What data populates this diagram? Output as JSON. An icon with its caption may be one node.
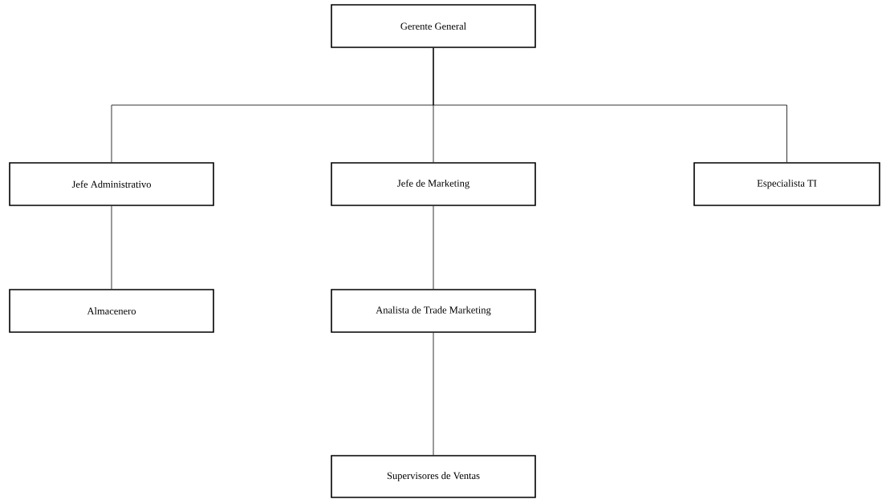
{
  "diagram": {
    "nodes": [
      {
        "text": [
          "Gerente General"
        ]
      },
      {
        "text": [
          "Jefe Administrativo"
        ]
      },
      {
        "text": [
          "Jefe de Marketing"
        ]
      },
      {
        "text": [
          "Especialista TI"
        ]
      },
      {
        "text": [
          "Almacenero"
        ]
      },
      {
        "text": [
          "Analista de Trade Marketing"
        ]
      },
      {
        "text": [
          "Supervisores de Ventas"
        ]
      }
    ],
    "edges": [
      {
        "from": 0,
        "to": 1,
        "arrow": "none"
      },
      {
        "from": 0,
        "to": 2,
        "arrow": "none"
      },
      {
        "from": 0,
        "to": 3,
        "arrow": "none"
      },
      {
        "from": 1,
        "to": 4,
        "arrow": "none"
      },
      {
        "from": 2,
        "to": 5,
        "arrow": "none"
      },
      {
        "from": 5,
        "to": 6,
        "arrow": "none"
      }
    ]
  }
}
